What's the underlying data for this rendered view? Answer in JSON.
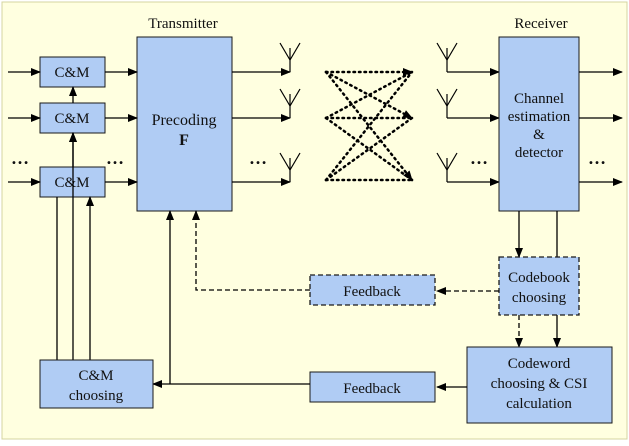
{
  "diagram": {
    "colors": {
      "background": "#ffffe0",
      "block_fill": "#b0ccf4",
      "block_stroke": "#1a1a1a",
      "line": "#000000"
    },
    "transmitter": {
      "title": "Transmitter",
      "precoding_label": "Precoding",
      "matrix_label": "F"
    },
    "receiver": {
      "title": "Receiver",
      "line1": "Channel",
      "line2": "estimation",
      "line3": "&",
      "line4": "detector"
    },
    "cm_blocks": [
      "C&M",
      "C&M",
      "C&M"
    ],
    "ellipsis": "…",
    "codebook_choosing": {
      "line1": "Codebook",
      "line2": "choosing"
    },
    "codeword_block": {
      "line1": "Codeword",
      "line2": "choosing & CSI",
      "line3": "calculation"
    },
    "feedback_top": "Feedback",
    "feedback_bottom": "Feedback",
    "cm_choosing": {
      "line1": "C&M",
      "line2": "choosing"
    }
  }
}
